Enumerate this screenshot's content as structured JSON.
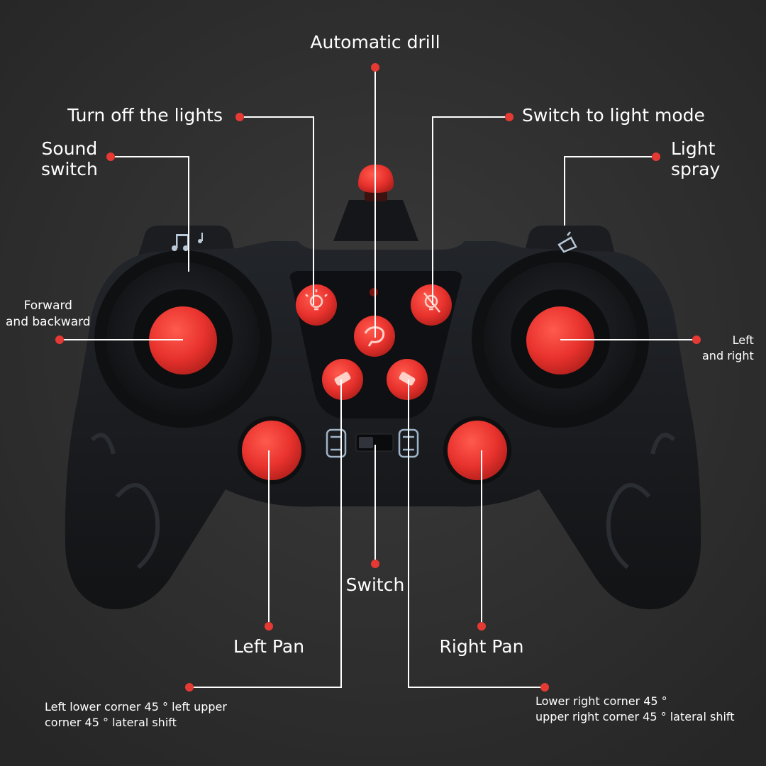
{
  "colors": {
    "background": "#2f2f2f",
    "controller_body": "#181a1d",
    "button_red": "#e8322d",
    "leader_line": "#ffffff",
    "leader_dot": "#e53a33"
  },
  "labels": {
    "automatic_drill": "Automatic drill",
    "turn_off_lights": "Turn off the lights",
    "switch_to_light_mode": "Switch to light mode",
    "sound_switch_line1": "Sound",
    "sound_switch_line2": "switch",
    "light_spray_line1": "Light",
    "light_spray_line2": "spray",
    "forward_backward_line1": "Forward",
    "forward_backward_line2": "and backward",
    "left_right_line1": "Left",
    "left_right_line2": "and right",
    "switch": "Switch",
    "left_pan": "Left Pan",
    "right_pan": "Right Pan",
    "left_lower_line1": "Left lower corner 45 ° left upper",
    "left_lower_line2": "corner 45 ° lateral shift",
    "lower_right_line1": "Lower right corner 45 °",
    "lower_right_line2": "upper right corner 45 ° lateral shift"
  },
  "icons": {
    "sound_button_icon": "music-notes-icon",
    "spray_button_icon": "spray-icon",
    "light_on_icon": "lightbulb-icon",
    "light_off_icon": "lightbulb-off-icon",
    "drill_icon": "spin-arrow-icon",
    "left_diag_icon": "car-diagonal-left-icon",
    "right_diag_icon": "car-diagonal-right-icon",
    "switch_left_icon": "car-icon",
    "switch_right_icon": "car-icon"
  }
}
